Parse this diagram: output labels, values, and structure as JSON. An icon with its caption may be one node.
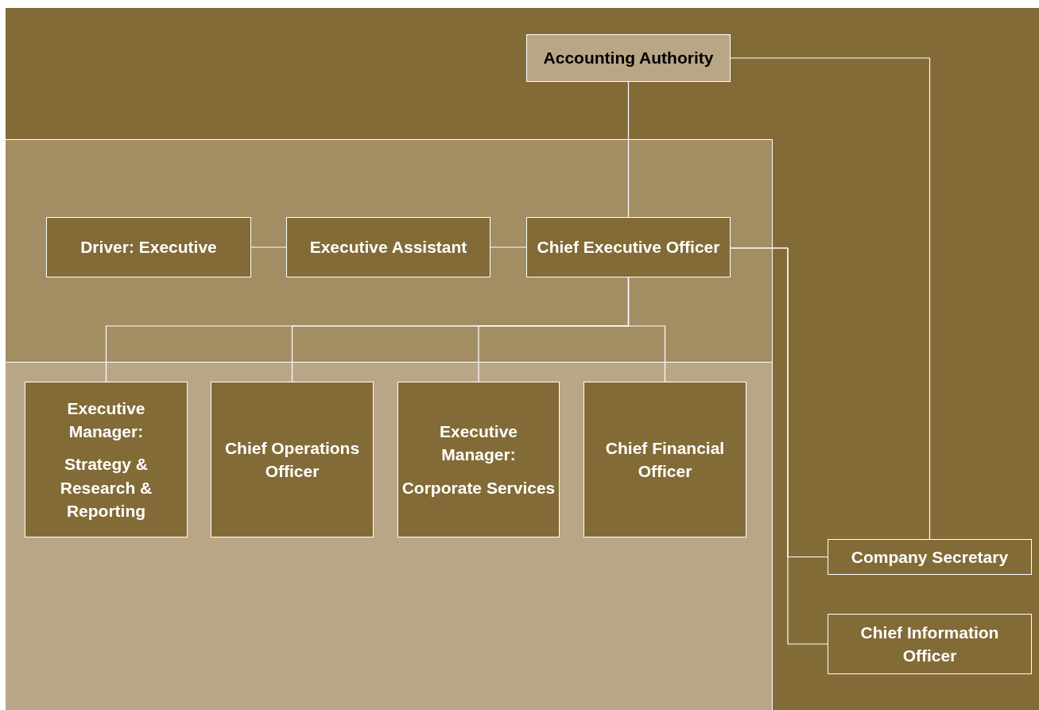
{
  "diagram": {
    "nodes": [
      {
        "text": [
          "Accounting Authority"
        ]
      },
      {
        "text": [
          "Driver: Executive"
        ]
      },
      {
        "text": [
          "Executive Assistant"
        ]
      },
      {
        "text": [
          "Chief Executive Officer"
        ]
      },
      {
        "text": [
          "Executive Manager:",
          "Strategy & Research & Reporting"
        ]
      },
      {
        "text": [
          "Chief Operations Officer"
        ]
      },
      {
        "text": [
          "Executive Manager:",
          "Corporate Services"
        ]
      },
      {
        "text": [
          "Chief Financial Officer"
        ]
      },
      {
        "text": [
          "Company Secretary"
        ]
      },
      {
        "text": [
          "Chief Information Officer"
        ]
      }
    ],
    "edges": [
      {
        "from": 0,
        "to": 3,
        "arrow": "none"
      },
      {
        "from": 2,
        "to": 1,
        "arrow": "none"
      },
      {
        "from": 3,
        "to": 2,
        "arrow": "none"
      },
      {
        "from": 3,
        "to": 4,
        "arrow": "none"
      },
      {
        "from": 3,
        "to": 5,
        "arrow": "none"
      },
      {
        "from": 3,
        "to": 6,
        "arrow": "none"
      },
      {
        "from": 3,
        "to": 7,
        "arrow": "none"
      },
      {
        "from": 0,
        "to": 8,
        "arrow": "none"
      },
      {
        "from": 3,
        "to": 8,
        "arrow": "none"
      },
      {
        "from": 3,
        "to": 9,
        "arrow": "none"
      }
    ]
  }
}
